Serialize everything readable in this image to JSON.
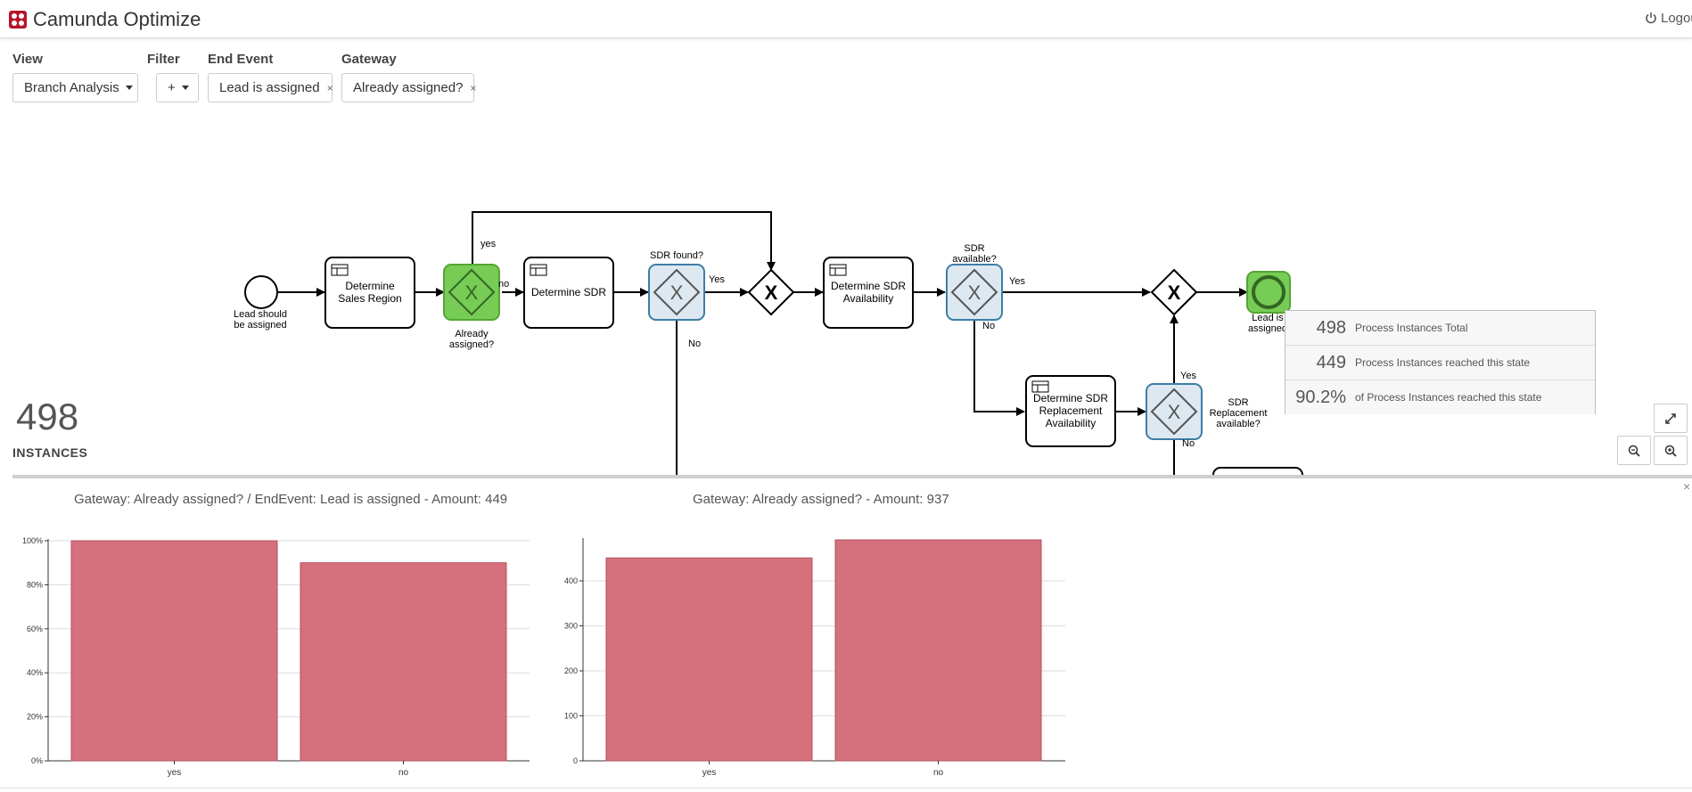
{
  "header": {
    "title": "Camunda Optimize",
    "logout_label": "Logout"
  },
  "controls": {
    "view": {
      "label": "View",
      "value": "Branch Analysis"
    },
    "filter": {
      "label": "Filter",
      "value": "+"
    },
    "end_event": {
      "label": "End Event",
      "value": "Lead is assigned"
    },
    "gateway": {
      "label": "Gateway",
      "value": "Already assigned?"
    }
  },
  "diagram": {
    "start_event": "Lead should be assigned",
    "task_sales_region": "Determine Sales Region",
    "gw_already_assigned": "Already assigned?",
    "flow_yes": "yes",
    "flow_no": "no",
    "task_determine_sdr": "Determine SDR",
    "gw_sdr_found": "SDR found?",
    "flow_sdr_found_yes": "Yes",
    "flow_sdr_found_no": "No",
    "task_sdr_availability": "Determine SDR Availability",
    "gw_sdr_available": "SDR available?",
    "flow_available_yes": "Yes",
    "flow_available_no": "No",
    "task_sdr_replacement": "Determine SDR Replacement Availability",
    "gw_replacement": "SDR Replacement available?",
    "flow_replacement_yes": "Yes",
    "flow_replacement_no": "No",
    "end_event": "Lead is assigned"
  },
  "instances": {
    "count": "498",
    "label": "INSTANCES"
  },
  "tooltip": {
    "rows": [
      {
        "num": "498",
        "text": "Process Instances Total"
      },
      {
        "num": "449",
        "text": "Process Instances reached this state"
      },
      {
        "num": "90.2%",
        "text": "of Process Instances reached this state"
      }
    ]
  },
  "colors": {
    "bar": "#d4717c",
    "bar_stroke": "#b55060",
    "highlight": "#77cc55",
    "gateway_blue": "#dde8f0"
  },
  "chart_data": [
    {
      "type": "bar",
      "title": "Gateway: Already assigned? / EndEvent: Lead is assigned - Amount: 449",
      "categories": [
        "yes",
        "no"
      ],
      "values": [
        100,
        90
      ],
      "ylim": [
        0,
        100
      ],
      "yticks": [
        "0%",
        "20%",
        "40%",
        "60%",
        "80%",
        "100%"
      ],
      "grid": true
    },
    {
      "type": "bar",
      "title": "Gateway: Already assigned? - Amount: 937",
      "categories": [
        "yes",
        "no"
      ],
      "values": [
        450,
        490
      ],
      "ylim": [
        0,
        490
      ],
      "yticks": [
        "0",
        "100",
        "200",
        "300",
        "400"
      ],
      "grid": true
    }
  ]
}
